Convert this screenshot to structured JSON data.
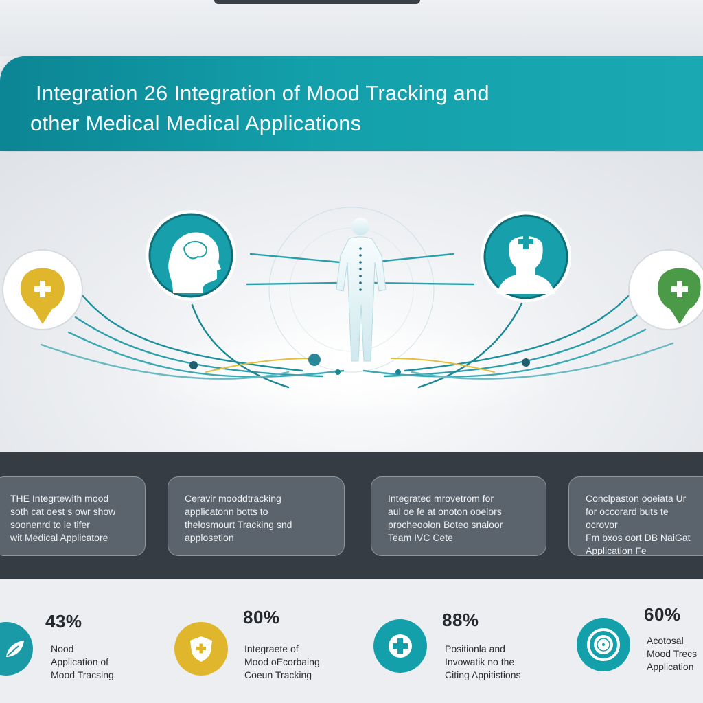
{
  "header": {
    "title_line1": "Integration 26 Integration of Mood Tracking and",
    "title_line2": "other Medical Medical  Applications"
  },
  "hero": {
    "icons": [
      "medical-pin-yellow-icon",
      "head-profile-icon",
      "human-body-icon",
      "medical-head-icon",
      "medical-pin-green-icon"
    ]
  },
  "info_cards": [
    "THE Integrtewith mood\nsoth cat oest s owr show\nsoonenrd to ie  tifer\nwit Medical Applicatore",
    "Ceravir mooddtracking\napplicatonn botts to\nthelosmourt Tracking snd\napplosetion",
    "Integrated mrovetrom for\naul oe fe at onoton ooelors\nprocheoolon Boteo snaloor\nTeam IVC Cete",
    "Conclpaston ooeiata Ur\nfor occorard buts te ocrovor\nFm bxos oort DB NaiGat\nApplication Fe"
  ],
  "stats": [
    {
      "value": "43%",
      "label": "Nood\nApplication of\nMood Tracsing",
      "icon": "leaf-icon",
      "color": "#1a9aa6"
    },
    {
      "value": "80%",
      "label": "Integraete of\nMood oEcorbaing\nCoeun Tracking",
      "icon": "shield-cross-icon",
      "color": "#e0b62c"
    },
    {
      "value": "88%",
      "label": "Positionla and\nInvowatik no the\nCiting Appitistions",
      "icon": "medical-cross-icon",
      "color": "#13a0ab"
    },
    {
      "value": "60%",
      "label": "Acotosal\nMood Trecs\nApplication",
      "icon": "gauge-icon",
      "color": "#13a0ab"
    }
  ]
}
